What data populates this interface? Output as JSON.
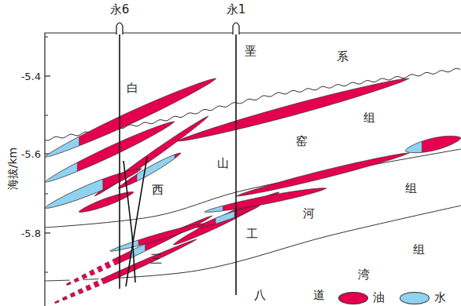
{
  "diagram": {
    "labels": [
      "永6",
      "永1",
      "海拔/km",
      "-5.4",
      "-5.6",
      "-5.8",
      "白",
      "垩",
      "系",
      "西",
      "山",
      "窑",
      "组",
      "三",
      "工",
      "河",
      "组",
      "八",
      "道",
      "湾",
      "组"
    ],
    "legend": [
      {
        "text": "油",
        "color": "#e4004f"
      },
      {
        "text": "水",
        "color": "#8fd3f0"
      }
    ]
  }
}
